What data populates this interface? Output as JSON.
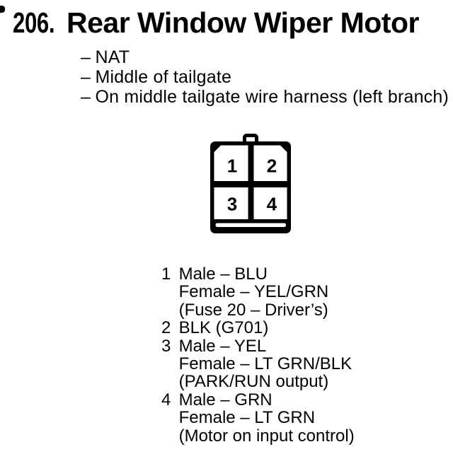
{
  "header": {
    "section_number": "206.",
    "title": "Rear Window Wiper Motor"
  },
  "location_notes": {
    "dash": "–",
    "items": [
      "NAT",
      "Middle of tailgate",
      "On middle tailgate wire harness (left branch)"
    ]
  },
  "connector": {
    "description": "4-cavity connector, front view, tab on top",
    "pins": [
      "1",
      "2",
      "3",
      "4"
    ]
  },
  "pin_table": {
    "items": [
      {
        "pin": "1",
        "lines": [
          "Male – BLU",
          "Female – YEL/GRN",
          "(Fuse 20 – Driver’s)"
        ]
      },
      {
        "pin": "2",
        "lines": [
          "BLK (G701)"
        ]
      },
      {
        "pin": "3",
        "lines": [
          "Male – YEL",
          "Female – LT GRN/BLK",
          "(PARK/RUN output)"
        ]
      },
      {
        "pin": "4",
        "lines": [
          "Male – GRN",
          "Female – LT GRN",
          "(Motor on input control)"
        ]
      }
    ]
  },
  "colors": {
    "ink": "#000000",
    "paper": "#ffffff"
  }
}
